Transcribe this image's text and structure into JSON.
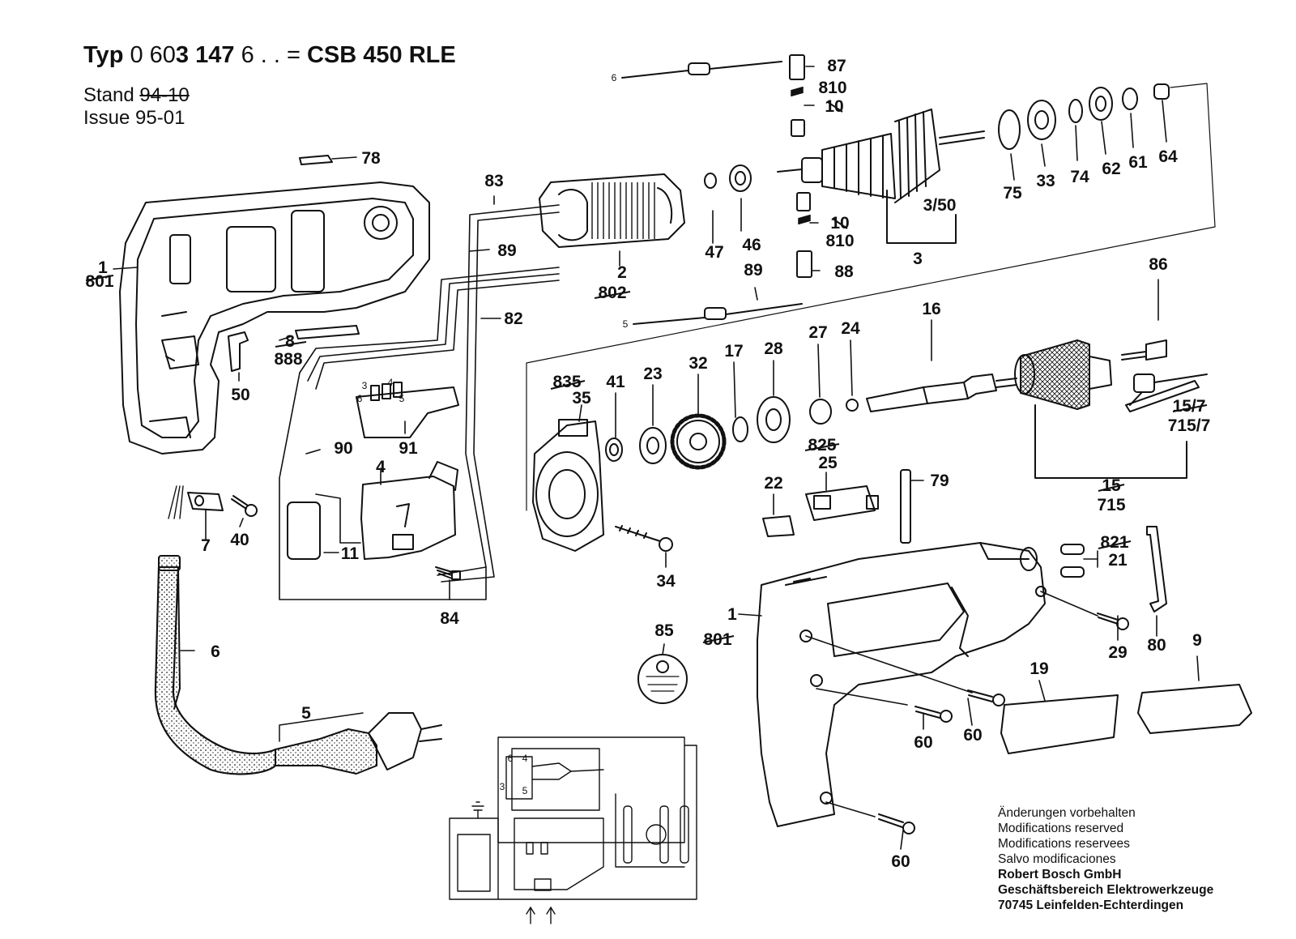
{
  "header": {
    "typ_label": "Typ",
    "typ_number_plain": "0 60",
    "typ_number_bold": "3 147",
    "typ_suffix": "6 . . =",
    "model": "CSB 450 RLE",
    "stand_label": "Stand",
    "stand_value": "94-10",
    "issue_label": "Issue",
    "issue_value": "95-01"
  },
  "notes": {
    "lines": [
      "Änderungen vorbehalten",
      "Modifications reserved",
      "Modifications reservees",
      "Salvo modificaciones"
    ],
    "company": [
      "Robert Bosch GmbH",
      "Geschäftsbereich Elektrowerkzeuge",
      "70745 Leinfelden-Echterdingen"
    ]
  },
  "labels": {
    "p1a": "1",
    "p801a": "801",
    "p78": "78",
    "p83": "83",
    "p89a": "89",
    "p82": "82",
    "p8": "8",
    "p888": "888",
    "p50": "50",
    "p2": "2",
    "p802": "802",
    "p47": "47",
    "p46": "46",
    "p87": "87",
    "p810a": "810",
    "p10a": "10",
    "p10b": "10",
    "p810b": "810",
    "p88": "88",
    "p89b": "89",
    "p3_50": "3/50",
    "p3": "3",
    "p75": "75",
    "p33": "33",
    "p74": "74",
    "p62": "62",
    "p61": "61",
    "p64": "64",
    "p86": "86",
    "p16": "16",
    "p27": "27",
    "p24": "24",
    "p28": "28",
    "p17": "17",
    "p32": "32",
    "p23": "23",
    "p41": "41",
    "p835": "835",
    "p35": "35",
    "p15_7": "15/7",
    "p715_7": "715/7",
    "p15": "15",
    "p715": "715",
    "p90": "90",
    "p91": "91",
    "p4": "4",
    "p11": "11",
    "p84": "84",
    "p7": "7",
    "p40": "40",
    "p6": "6",
    "p5": "5",
    "p34": "34",
    "p825": "825",
    "p25": "25",
    "p22": "22",
    "p79": "79",
    "p821": "821",
    "p21": "21",
    "p29": "29",
    "p80": "80",
    "p9": "9",
    "p19": "19",
    "p85": "85",
    "p1b": "1",
    "p801b": "801",
    "p60a": "60",
    "p60b": "60",
    "p60c": "60",
    "w6": "6",
    "w5": "5",
    "sw3": "3",
    "sw4": "4",
    "sw5": "5",
    "sw6": "6",
    "c6": "6",
    "c4": "4",
    "c3": "3",
    "c5": "5"
  }
}
